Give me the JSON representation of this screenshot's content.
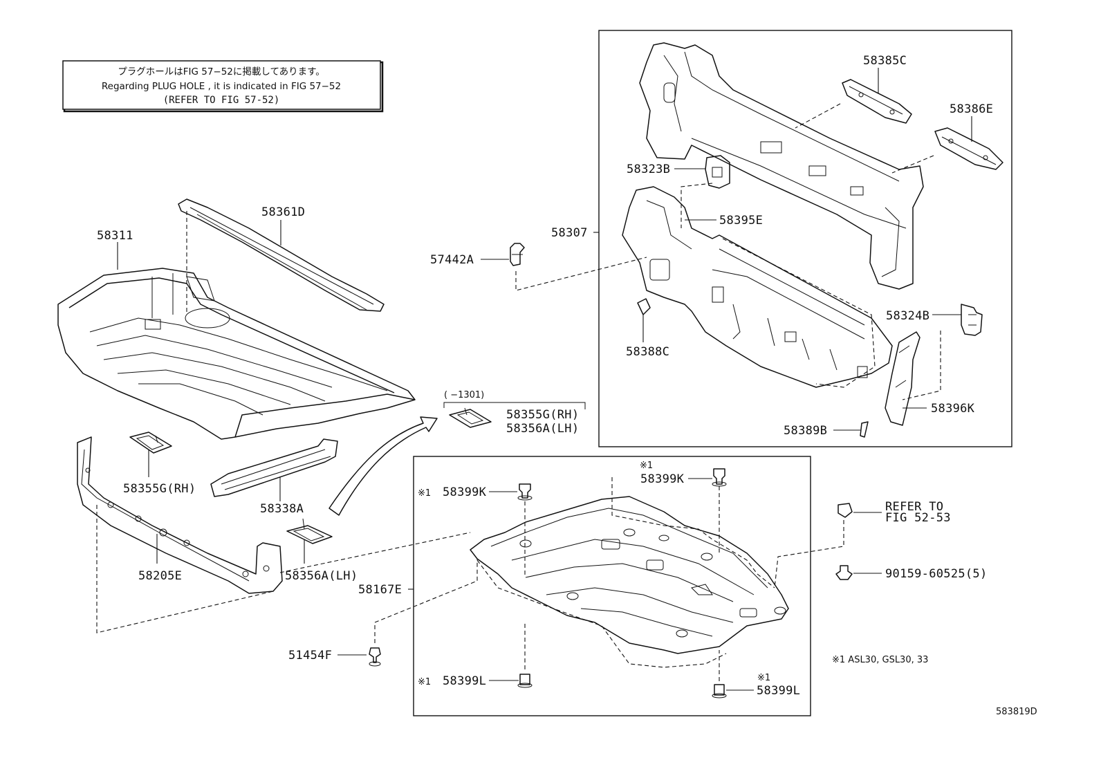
{
  "diagram": {
    "figure_id": "583819D",
    "note_box": {
      "line1": "プラグホールはFIG 57−52に掲載してあります。",
      "line2": "Regarding  PLUG  HOLE , it is indicated in FIG  57−52",
      "line3": "(REFER TO FIG 57-52)"
    },
    "parts": {
      "p58311": "58311",
      "p58361D": "58361D",
      "p58355G_left": "58355G(RH)",
      "p58338A": "58338A",
      "p58205E": "58205E",
      "p58356A_left": "58356A(LH)",
      "p58167E": "58167E",
      "p51454F": "51454F",
      "p57442A": "57442A",
      "p58307": "58307",
      "p58385C": "58385C",
      "p58386E": "58386E",
      "p58323B": "58323B",
      "p58395E": "58395E",
      "p58388C": "58388C",
      "p58324B": "58324B",
      "p58396K": "58396K",
      "p58389B": "58389B",
      "p58355G_right": "58355G(RH)",
      "p58356A_right": "58356A(LH)",
      "range_note": "(    −1301)",
      "p58399K_a": "58399K",
      "p58399K_b": "58399K",
      "p58399L_a": "58399L",
      "p58399L_b": "58399L",
      "refer_to": "REFER TO",
      "refer_fig": "FIG 52-53",
      "p90159": "90159-60525(5)"
    },
    "markers": {
      "mark_k_a": "※1",
      "mark_k_b": "※1",
      "mark_l_a": "※1",
      "mark_l_b": "※1"
    },
    "footnote": "※1  ASL30, GSL30, 33"
  }
}
